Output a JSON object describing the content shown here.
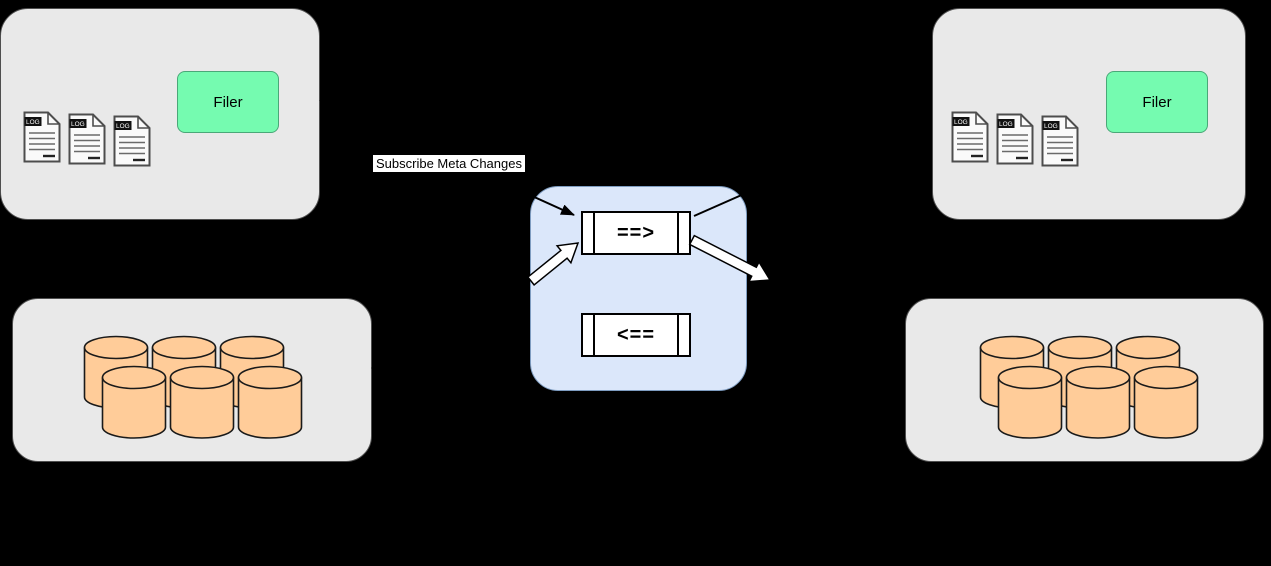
{
  "colors": {
    "background": "#000000",
    "cluster_fill": "#e9e9e9",
    "cluster_border": "#4f4f4f",
    "filer_fill": "#75fbb0",
    "filer_border": "#4aa878",
    "queue_panel_fill": "#dbe7fa",
    "queue_panel_border": "#7e9cc0",
    "queue_box_fill": "#ffffff",
    "queue_box_border": "#000000",
    "cylinder_fill": "#ffcc99",
    "cylinder_stroke": "#1a1a1a",
    "arrow_color": "#000000",
    "annotation_bg": "#ffffff",
    "annotation_text": "#000000"
  },
  "top_left_cluster": {
    "filer_label": "Filer"
  },
  "top_right_cluster": {
    "filer_label": "Filer"
  },
  "log_icon": {
    "badge": "LOG"
  },
  "queue": {
    "forward_label": "==>",
    "backward_label": "<=="
  },
  "annotation": {
    "subscribe_label": "Subscribe Meta Changes"
  }
}
